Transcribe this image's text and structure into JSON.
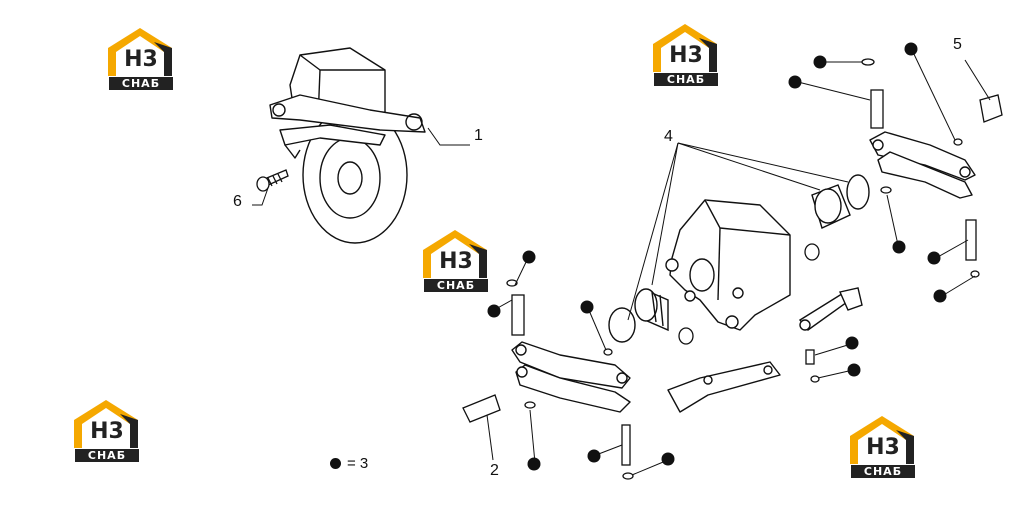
{
  "diagram": {
    "callouts": [
      "1",
      "2",
      "4",
      "5",
      "6"
    ],
    "legend": {
      "symbol": "filled-dot",
      "text": "= 3"
    },
    "watermark": {
      "mark": "H3",
      "text": "СНАБ",
      "accent": "#F5A800",
      "dark": "#222222"
    }
  }
}
